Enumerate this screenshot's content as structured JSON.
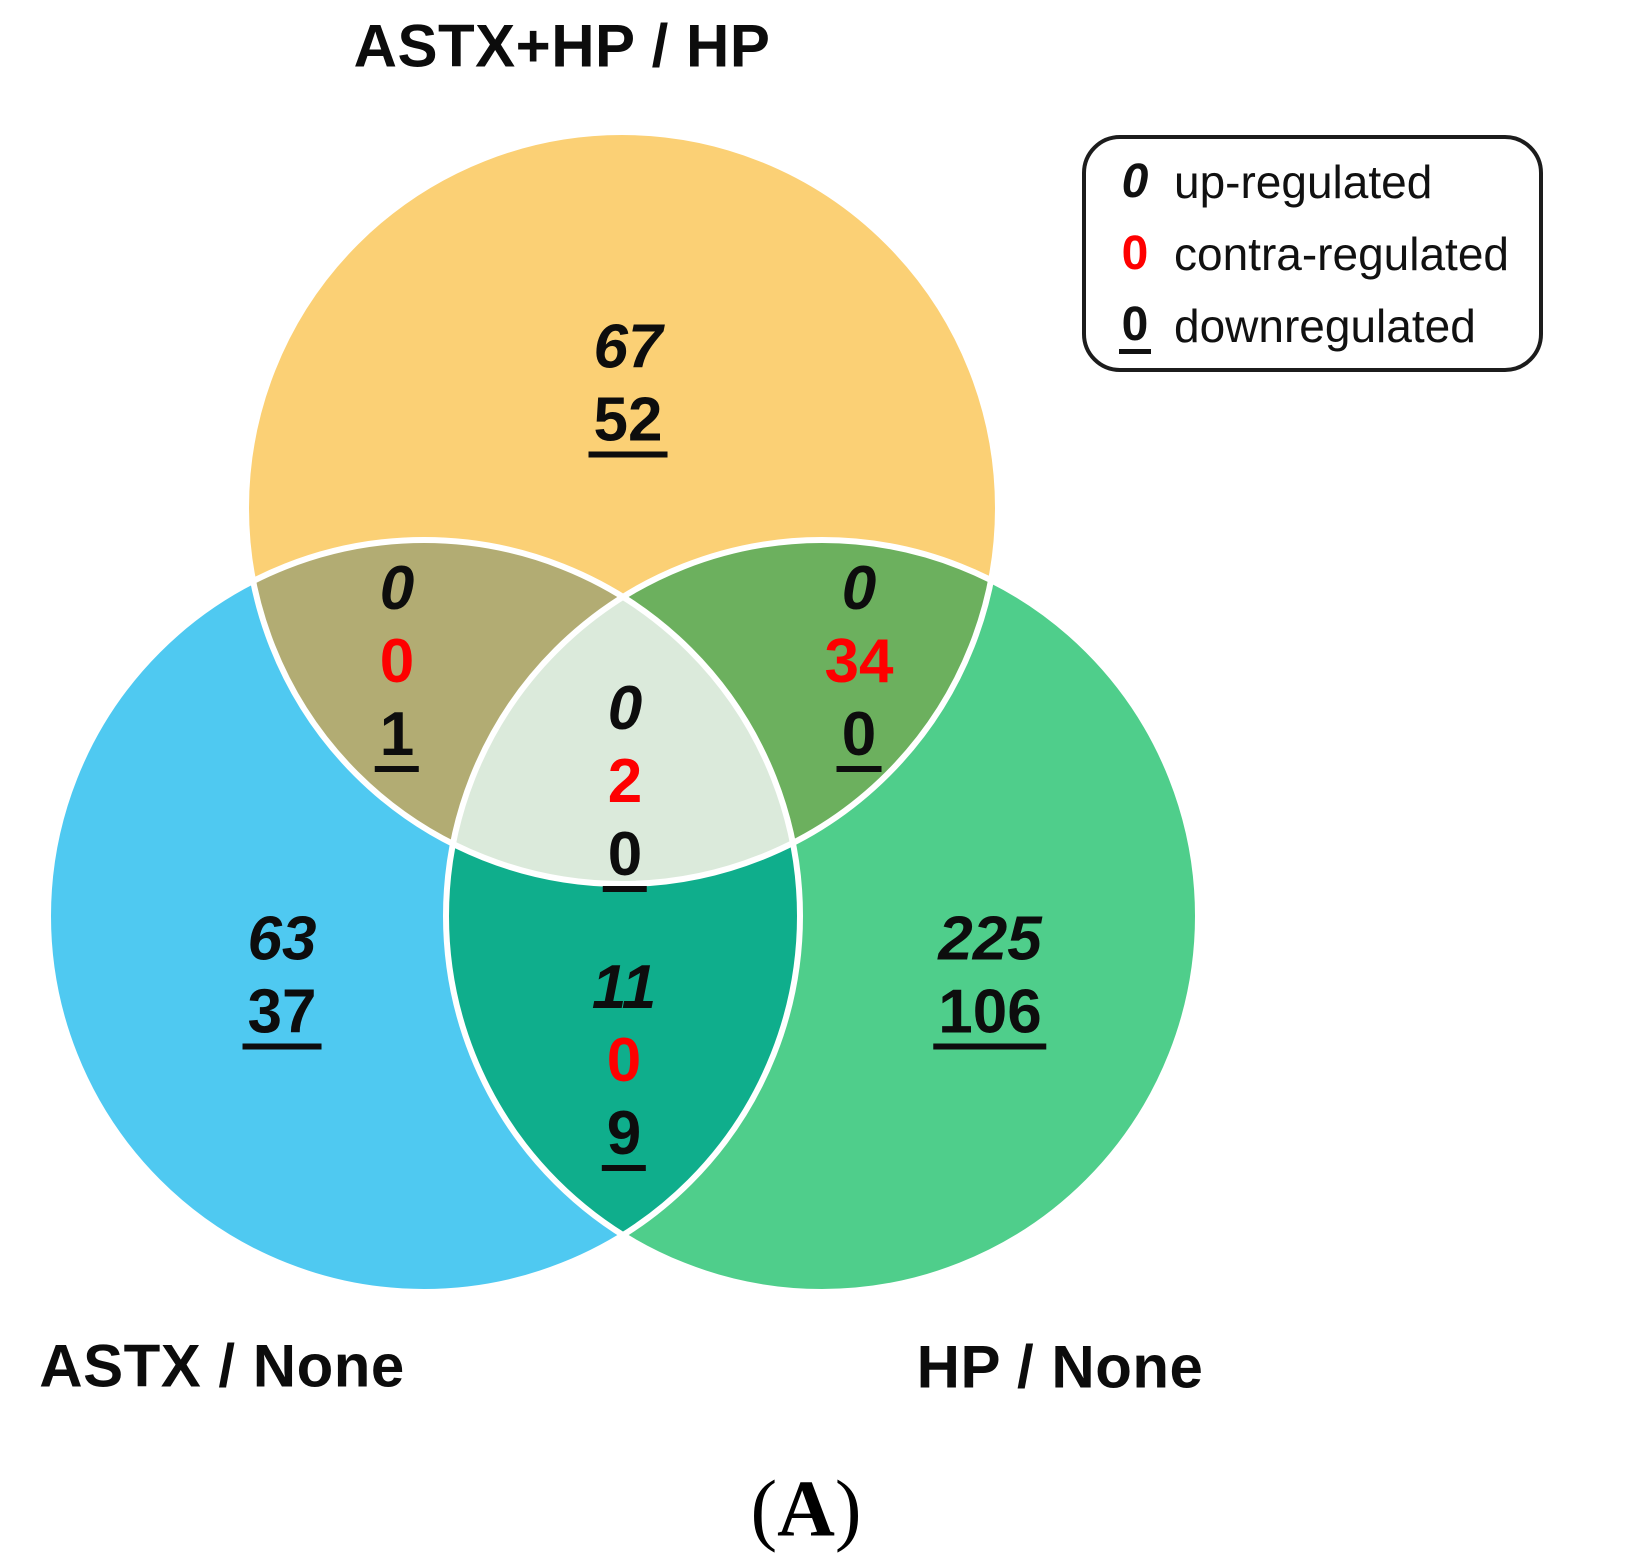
{
  "venn": {
    "top": {
      "label": "ASTX+HP / HP",
      "up": "67",
      "down": "52"
    },
    "left": {
      "label": "ASTX / None",
      "up": "63",
      "down": "37"
    },
    "right": {
      "label": "HP / None",
      "up": "225",
      "down": "106"
    },
    "top_left": {
      "up": "0",
      "contra": "0",
      "down": "1"
    },
    "top_right": {
      "up": "0",
      "contra": "34",
      "down": "0"
    },
    "bottom": {
      "up": "11",
      "contra": "0",
      "down": "9"
    },
    "center": {
      "up": "0",
      "contra": "2",
      "down": "0"
    }
  },
  "legend": {
    "items": [
      {
        "symbol": "0",
        "label": "up-regulated"
      },
      {
        "symbol": "0",
        "label": "contra-regulated"
      },
      {
        "symbol": "0",
        "label": "downregulated"
      }
    ]
  },
  "caption": {
    "open": "(",
    "letter": "A",
    "close": ")"
  },
  "colors": {
    "top_circle": "#FBD075",
    "left_circle": "#4FC9F1",
    "right_circle": "#4FCE8B",
    "top_left_overlap": "#B2AC73",
    "top_right_overlap": "#6CB05E",
    "bottom_overlap": "#0FAE8C",
    "center_overlap": "#DBEADB",
    "contra_red": "#FE0000",
    "number_black": "#0D0D0D"
  },
  "chart_data": {
    "type": "venn",
    "title": "",
    "caption": "(A)",
    "sets": [
      "ASTX+HP / HP",
      "ASTX / None",
      "HP / None"
    ],
    "legend": [
      {
        "marker_style": "bold-italic-black",
        "label": "up-regulated"
      },
      {
        "marker_style": "bold-red",
        "label": "contra-regulated"
      },
      {
        "marker_style": "bold-underlined-black",
        "label": "downregulated"
      }
    ],
    "legend_position": "top-right",
    "regions": [
      {
        "sets": [
          "ASTX+HP / HP"
        ],
        "up_regulated": 67,
        "downregulated": 52
      },
      {
        "sets": [
          "ASTX / None"
        ],
        "up_regulated": 63,
        "downregulated": 37
      },
      {
        "sets": [
          "HP / None"
        ],
        "up_regulated": 225,
        "downregulated": 106
      },
      {
        "sets": [
          "ASTX+HP / HP",
          "ASTX / None"
        ],
        "up_regulated": 0,
        "contra_regulated": 0,
        "downregulated": 1
      },
      {
        "sets": [
          "ASTX+HP / HP",
          "HP / None"
        ],
        "up_regulated": 0,
        "contra_regulated": 34,
        "downregulated": 0
      },
      {
        "sets": [
          "ASTX / None",
          "HP / None"
        ],
        "up_regulated": 11,
        "contra_regulated": 0,
        "downregulated": 9
      },
      {
        "sets": [
          "ASTX+HP / HP",
          "ASTX / None",
          "HP / None"
        ],
        "up_regulated": 0,
        "contra_regulated": 2,
        "downregulated": 0
      }
    ]
  }
}
